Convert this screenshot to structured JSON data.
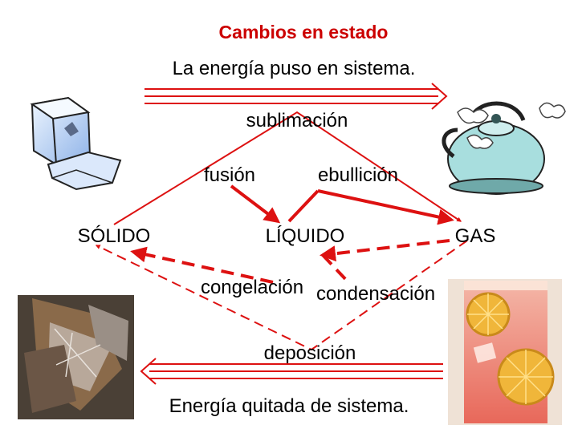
{
  "title": "Cambios en estado",
  "top_note": "La energía puso en sistema.",
  "bottom_note": "Energía quitada de sistema.",
  "states": {
    "solid": "SÓLIDO",
    "liquid": "LÍQUIDO",
    "gas": "GAS"
  },
  "processes": {
    "sublimation": "sublimación",
    "fusion": "fusión",
    "boiling": "ebullición",
    "freezing": "congelación",
    "condensation": "condensación",
    "deposition": "deposición"
  },
  "colors": {
    "title": "#cc0000",
    "arrow": "#dd1111",
    "text": "#000000"
  },
  "images": [
    "ice-cubes-image",
    "steaming-kettle-image",
    "frosted-leaves-image",
    "iced-lemonade-image"
  ]
}
